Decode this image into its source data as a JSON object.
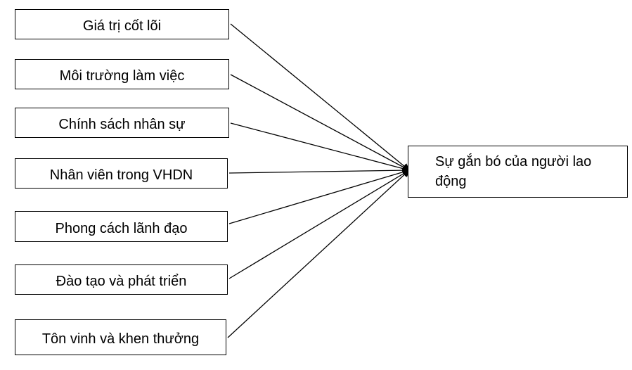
{
  "factors": [
    {
      "label": "Giá trị cốt lõi"
    },
    {
      "label": "Môi trường làm việc"
    },
    {
      "label": "Chính sách nhân sự"
    },
    {
      "label": "Nhân viên trong VHDN"
    },
    {
      "label": "Phong cách lãnh đạo"
    },
    {
      "label": "Đào tạo và phát triển"
    },
    {
      "label": "Tôn vinh và khen thưởng"
    }
  ],
  "outcome": {
    "label": "Sự gắn bó của người lao động"
  }
}
